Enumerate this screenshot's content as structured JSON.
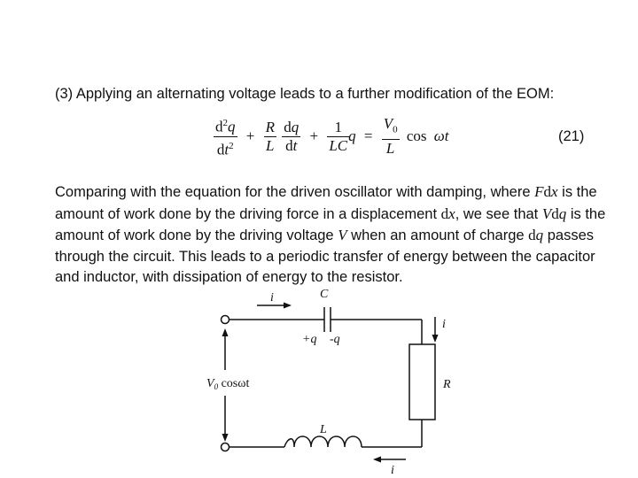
{
  "intro": "(3) Applying an alternating voltage leads to a further modification of the EOM:",
  "equation": {
    "t1_num_d": "d",
    "t1_num_sup": "2",
    "t1_num_var": "q",
    "t1_den_d": "d",
    "t1_den_var": "t",
    "t1_den_sup": "2",
    "plus1": "+",
    "t2_num_R": "R",
    "t2_den_L": "L",
    "t3_num_d": "d",
    "t3_num_var": "q",
    "t3_den_d": "d",
    "t3_den_var": "t",
    "plus2": "+",
    "t4_num": "1",
    "t4_den": "LC",
    "t4_var": "q",
    "equals": "=",
    "t5_num_V": "V",
    "t5_num_sub": "0",
    "t5_den": "L",
    "cos": "cos",
    "omega_t": "ωt",
    "number": "(21)"
  },
  "paragraph": {
    "l1_a": "Comparing with the equation for the driven oscillator with damping, where ",
    "l1_F": "F",
    "l1_d": "d",
    "l1_x": "x",
    "l1_b": " is the",
    "l2_a": "amount of work done by the driving force in a displacement ",
    "l2_d": "d",
    "l2_x": "x",
    "l2_b": ", we see that ",
    "l2_V": "V",
    "l2_d2": "d",
    "l2_q": "q",
    "l2_c": " is the",
    "l3_a": "amount of work done by the driving voltage ",
    "l3_V": "V",
    "l3_b": " when an amount of charge ",
    "l3_d": "d",
    "l3_q": "q",
    "l3_c": " passes",
    "l4": "through the circuit.  This leads to a periodic transfer of energy between the capacitor",
    "l5": "and inductor, with dissipation of energy to the resistor."
  },
  "circuit": {
    "current_top": "i",
    "capacitor": "C",
    "plus_q": "+q",
    "minus_q": "-q",
    "current_right": "i",
    "resistor": "R",
    "source_V": "V",
    "source_sub": "0",
    "source_cos": " cosωt",
    "inductor": "L",
    "current_bottom": "i"
  }
}
